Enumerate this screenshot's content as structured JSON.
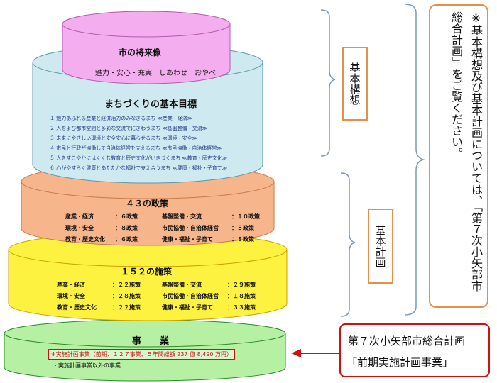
{
  "diagram": {
    "tier1": {
      "title": "市の将来像",
      "subtitle": "魅力・安心・充実　しあわせ　おやべ"
    },
    "tier2": {
      "title": "まちづくりの基本目標",
      "goals": [
        "１ 魅力あふれる産業と経済活力のみなぎるまち ≪産業・経済≫",
        "２ 人をよび都市空間と多彩な交流でにぎわうまち ≪基盤整備・交流≫",
        "３ 未来にやさしい環境と安全安心に暮らせるまち ≪環境・安全≫",
        "４ 市民と行政が協働して自治体経営を支えるまち ≪市民協働・自治体経営≫",
        "５ 人をすこやかにはぐくむ教育と歴史文化がいきづくまち ≪教育・歴史文化≫",
        "６ 心がやすらぐ健康とあたたかな福祉で支え合うまち ≪健康・福祉・子育て≫"
      ]
    },
    "tier3": {
      "title": "４３の政策",
      "rows": [
        {
          "a": "産業・経済",
          "av": "：６政策",
          "b": "基盤整備・交流",
          "bv": "：１０政策"
        },
        {
          "a": "環境・安全",
          "av": "：８政策",
          "b": "市民協働・自治体経営",
          "bv": "：５政策"
        },
        {
          "a": "教育・歴史文化",
          "av": "：６政策",
          "b": "健康・福祉・子育て",
          "bv": "：８政策"
        }
      ]
    },
    "tier4": {
      "title": "１５２の施策",
      "rows": [
        {
          "a": "産業・経済",
          "av": "：２２施策",
          "b": "基盤整備・交流",
          "bv": "：２９施策"
        },
        {
          "a": "環境・安全",
          "av": "：２８施策",
          "b": "市民協働・自治体経営",
          "bv": "：１８施策"
        },
        {
          "a": "教育・歴史文化",
          "av": "：２２施策",
          "b": "健康・福祉・子育て",
          "bv": "：３３施策"
        }
      ]
    },
    "tier5": {
      "title": "事　　業",
      "highlight": "※実施計画事業（前期：１２７事業、５年間総額 237 億 8,490 万円）",
      "other": "・実施計画事業以外の事業"
    },
    "labels": {
      "kihon_kousou": "基本構想",
      "kihon_keikaku": "基本計画"
    },
    "note": "※基本構想及び基本計画については、「第７次小矢部市総合計画」をご覧ください。",
    "callout": {
      "line1": "第７次小矢部市総合計画",
      "line2": "「前期実施計画事業」"
    },
    "colors": {
      "pink": "#f4aef0",
      "lightblue": "#cfe9f0",
      "orange": "#f7b58c",
      "yellow": "#fdf23f",
      "green": "#b6f0a2",
      "label_border": "#e2904a",
      "callout_border": "#cc1111",
      "highlight_border": "#cc1111"
    }
  }
}
